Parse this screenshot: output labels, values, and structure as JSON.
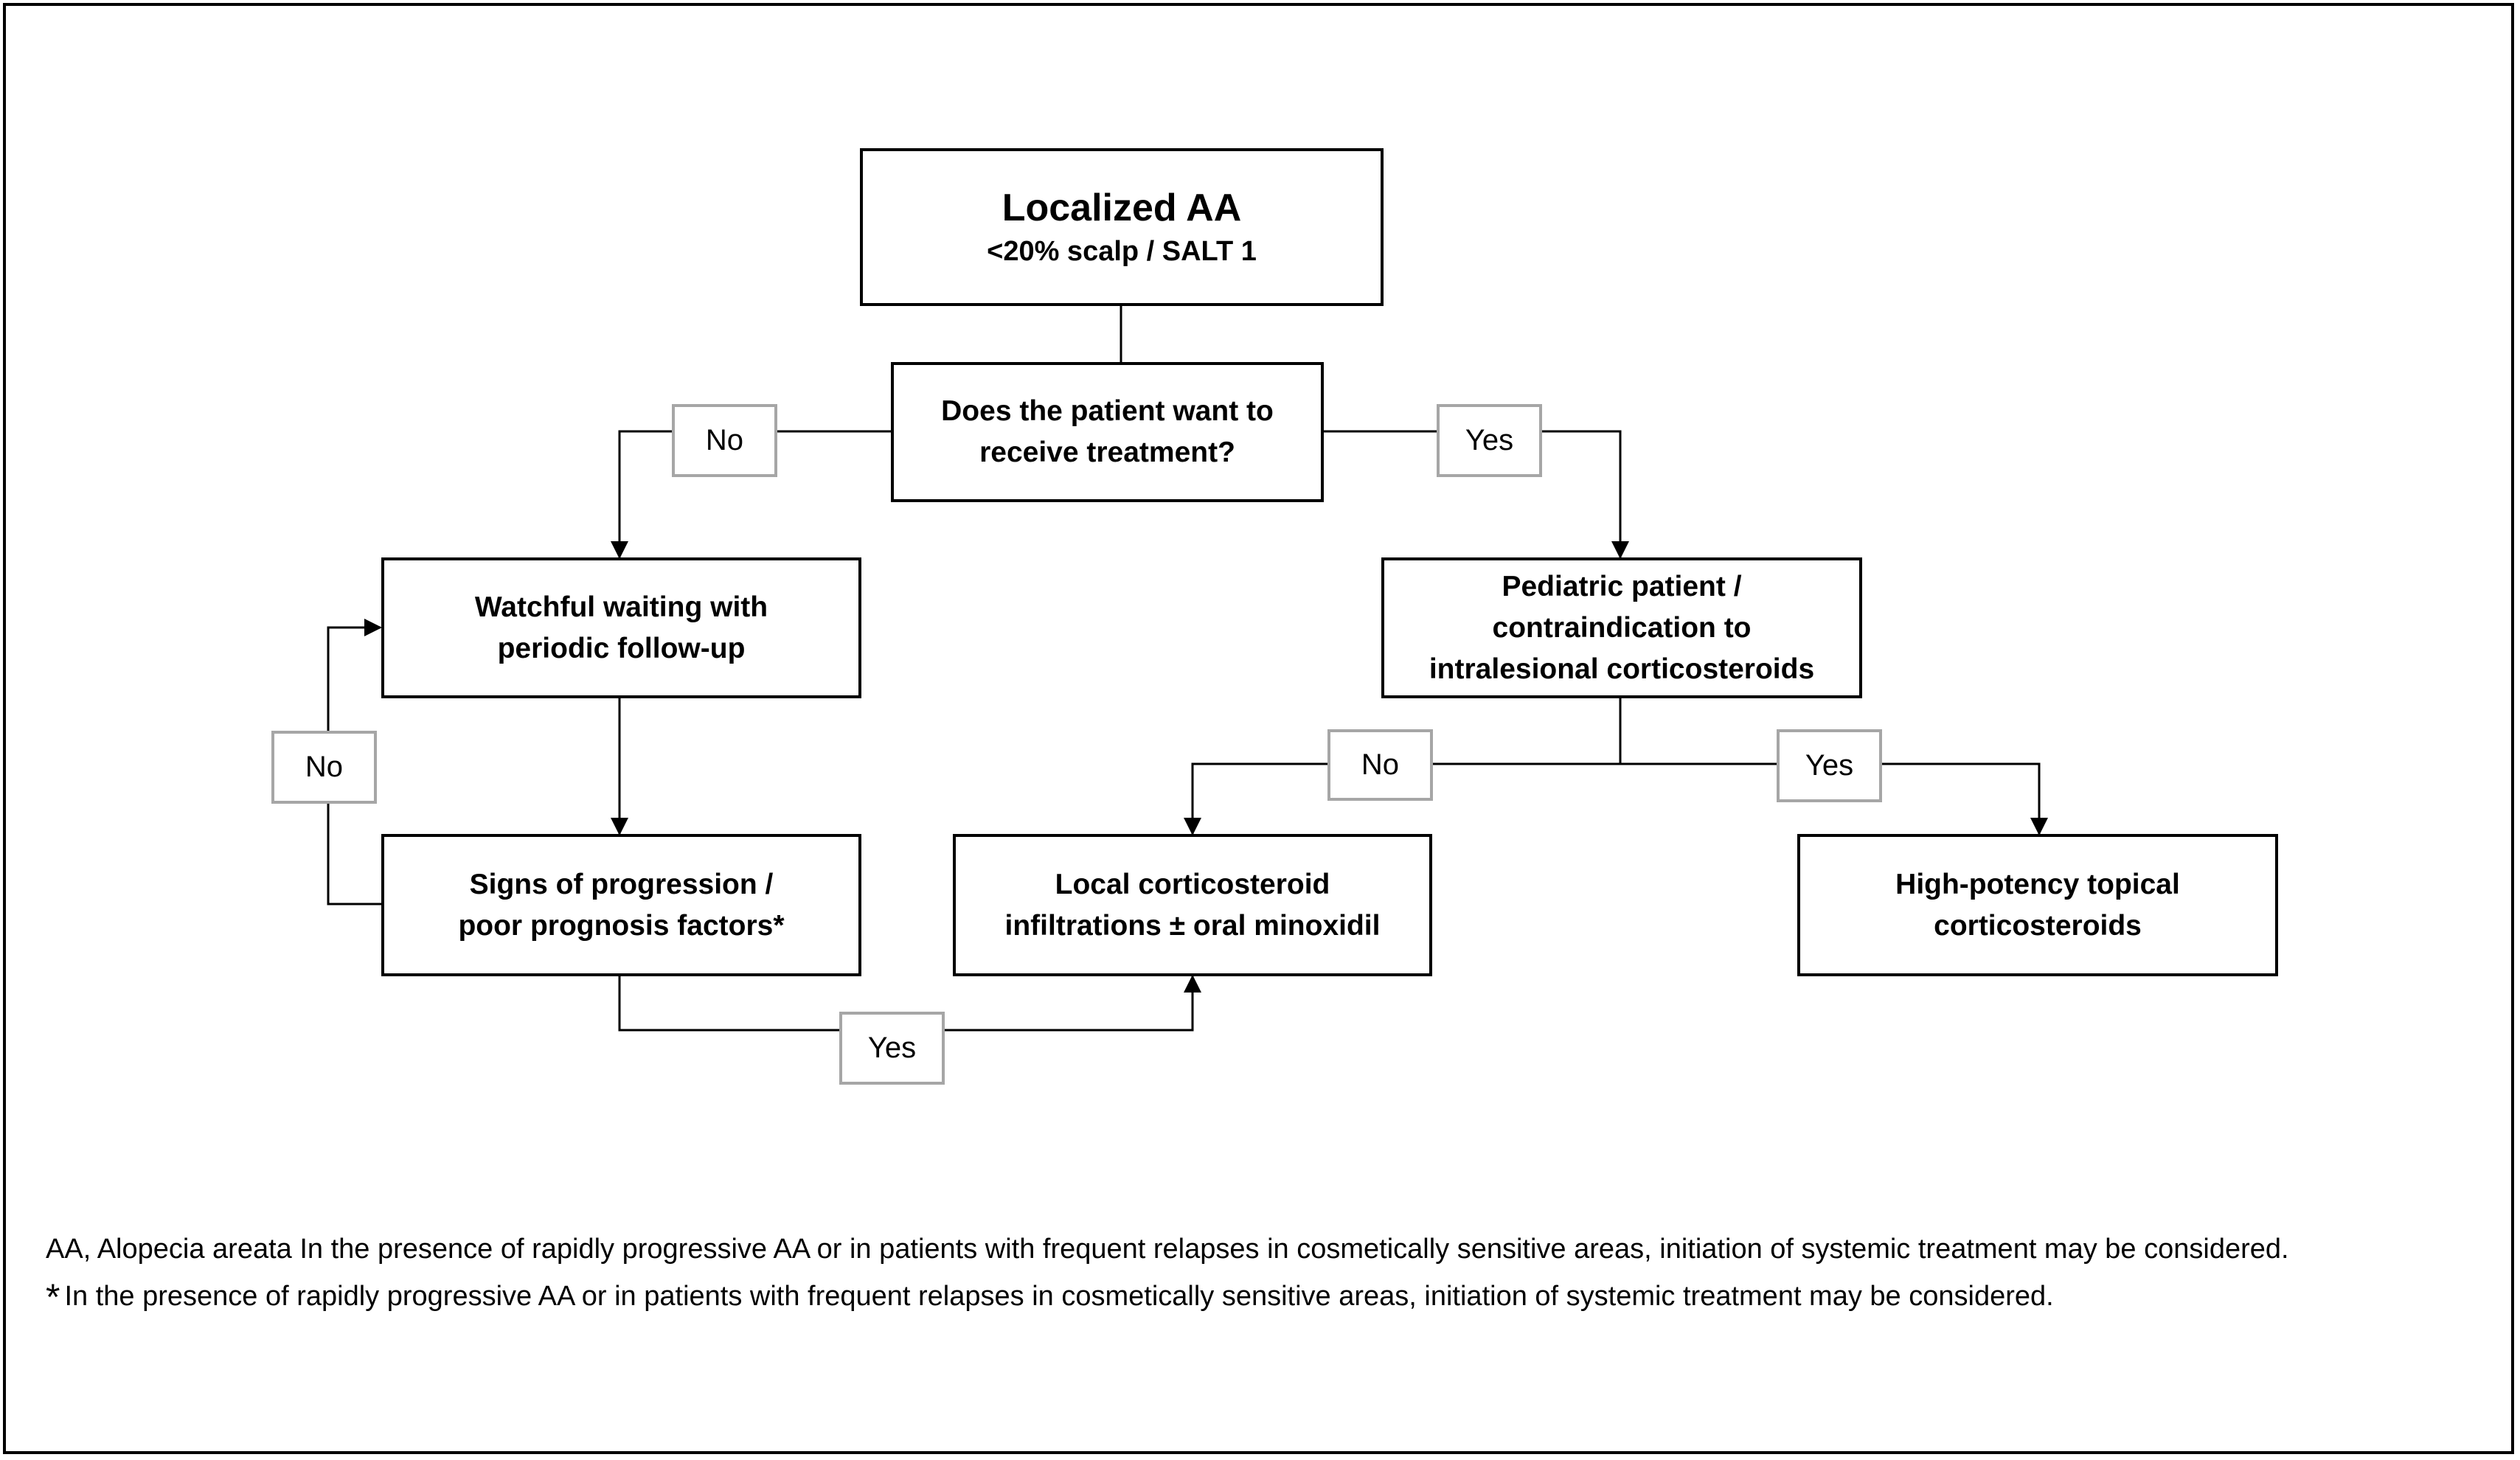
{
  "diagram": {
    "start": {
      "title": "Localized AA",
      "subtitle": "<20% scalp / SALT 1"
    },
    "question": {
      "line1": "Does the patient want to",
      "line2": "receive treatment?"
    },
    "watchful": {
      "line1": "Watchful waiting with",
      "line2": "periodic follow-up"
    },
    "progression": {
      "line1": "Signs of progression /",
      "line2": "poor prognosis factors*"
    },
    "pediatric": {
      "line1": "Pediatric patient /",
      "line2": "contraindication to",
      "line3": "intralesional corticosteroids"
    },
    "local": {
      "line1": "Local corticosteroid",
      "line2": "infiltrations ± oral minoxidil"
    },
    "topical": {
      "line1": "High-potency topical",
      "line2": "corticosteroids"
    },
    "labels": {
      "q_no": "No",
      "q_yes": "Yes",
      "loop_no": "No",
      "ped_no": "No",
      "ped_yes": "Yes",
      "prog_yes": "Yes"
    }
  },
  "footnotes": {
    "abbr": "AA, Alopecia areata",
    "line1": "In the presence of rapidly progressive AA or in patients with frequent relapses in cosmetically sensitive areas, initiation of systemic treatment may be considered.",
    "star": "*",
    "line2": "In the presence of rapidly progressive AA or in patients with frequent relapses in cosmetically sensitive areas, initiation of systemic treatment may be considered."
  }
}
